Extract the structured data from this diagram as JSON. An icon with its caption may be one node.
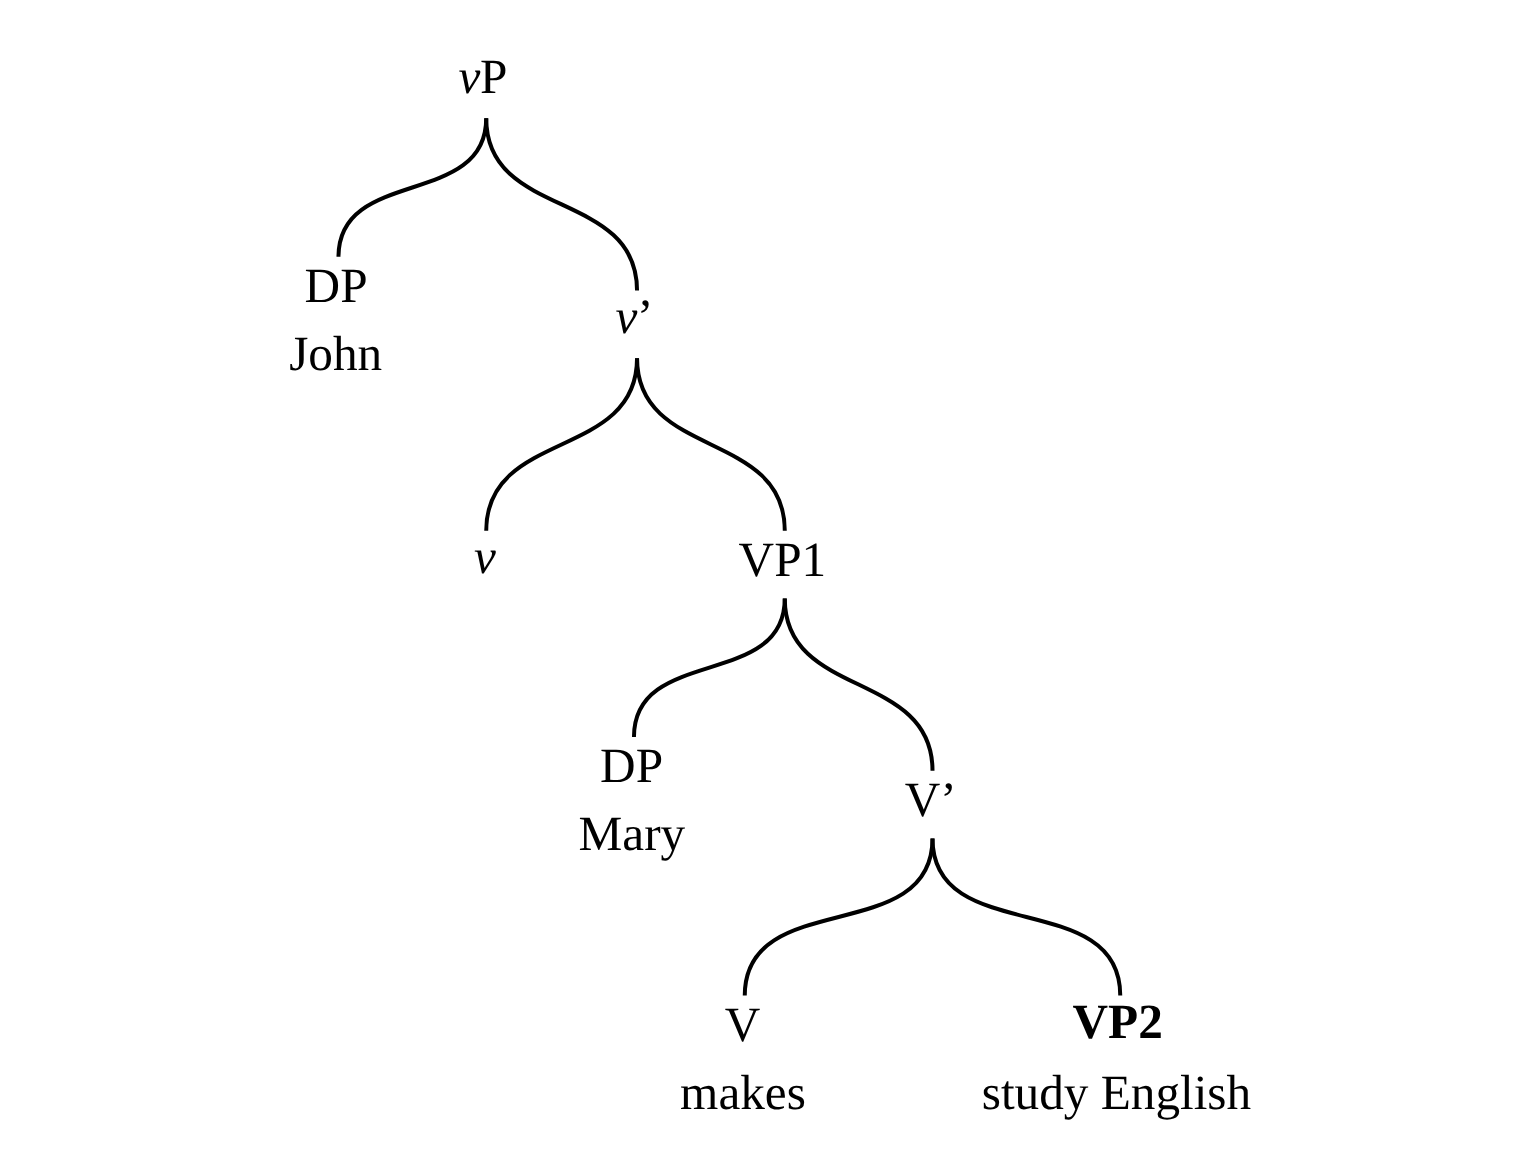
{
  "diagram": {
    "nodes": [
      {
        "text": [
          "vP"
        ]
      },
      {
        "text": [
          "DP"
        ],
        "beside": [
          "John"
        ]
      },
      {
        "text": [
          "v’"
        ]
      },
      {
        "text": [
          "v"
        ]
      },
      {
        "text": [
          "VP1"
        ]
      },
      {
        "text": [
          "DP"
        ],
        "beside": [
          "Mary"
        ]
      },
      {
        "text": [
          "V’"
        ]
      },
      {
        "text": [
          "V"
        ],
        "beside": [
          "makes"
        ]
      },
      {
        "text": [
          "VP2"
        ],
        "beside": [
          "study English"
        ]
      }
    ],
    "edges": [
      {
        "from": 0,
        "to": 1,
        "arrow": "none"
      },
      {
        "from": 0,
        "to": 2,
        "arrow": "none"
      },
      {
        "from": 2,
        "to": 3,
        "arrow": "none"
      },
      {
        "from": 2,
        "to": 4,
        "arrow": "none"
      },
      {
        "from": 4,
        "to": 5,
        "arrow": "none"
      },
      {
        "from": 4,
        "to": 6,
        "arrow": "none"
      },
      {
        "from": 6,
        "to": 7,
        "arrow": "none"
      },
      {
        "from": 6,
        "to": 8,
        "arrow": "none"
      }
    ]
  }
}
